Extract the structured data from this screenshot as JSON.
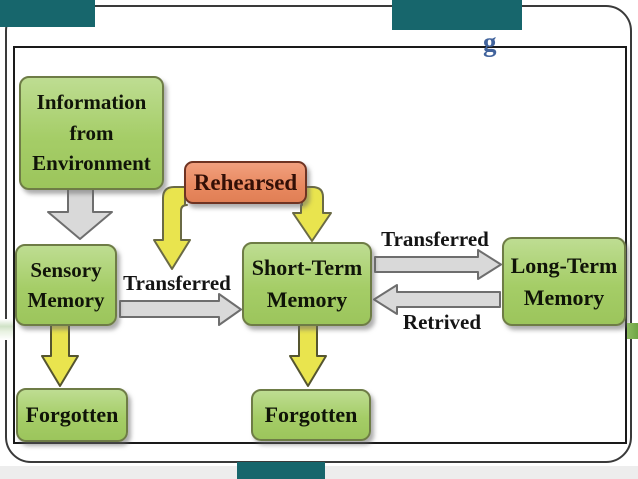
{
  "slide": {
    "visible_title_fragment": "g"
  },
  "diagram": {
    "boxes": {
      "info": "Information from Environment",
      "sensory": "Sensory Memory",
      "rehearsed": "Rehearsed",
      "short_term": "Short-Term Memory",
      "long_term": "Long-Term Memory",
      "forgotten_left": "Forgotten",
      "forgotten_right": "Forgotten"
    },
    "arrow_labels": {
      "transferred_sensory_to_short": "Transferred",
      "transferred_short_to_long": "Transferred",
      "retrived_long_to_short": "Retrived"
    }
  },
  "colors": {
    "box_green": "#a9d171",
    "box_salmon": "#ea8c66",
    "arrow_yellow": "#e9e44e",
    "arrow_gray": "#d9d9d9",
    "frame_border": "#1a1a1a",
    "accent_teal": "#17666c",
    "title_blue": "#41639c"
  }
}
